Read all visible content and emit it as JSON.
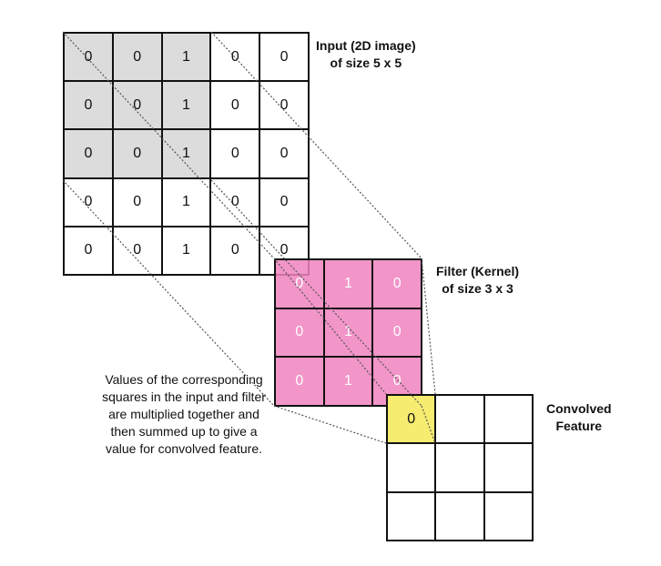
{
  "input": {
    "label_line1": "Input (2D image)",
    "label_line2": "of size 5 x 5",
    "values": [
      [
        "0",
        "0",
        "1",
        "0",
        "0"
      ],
      [
        "0",
        "0",
        "1",
        "0",
        "0"
      ],
      [
        "0",
        "0",
        "1",
        "0",
        "0"
      ],
      [
        "0",
        "0",
        "1",
        "0",
        "0"
      ],
      [
        "0",
        "0",
        "1",
        "0",
        "0"
      ]
    ]
  },
  "filter": {
    "label_line1": "Filter (Kernel)",
    "label_line2": "of size 3 x 3",
    "values": [
      [
        "0",
        "1",
        "0"
      ],
      [
        "0",
        "1",
        "0"
      ],
      [
        "0",
        "1",
        "0"
      ]
    ]
  },
  "output": {
    "label_line1": "Convolved",
    "label_line2": "Feature",
    "values": [
      [
        "0",
        "",
        ""
      ],
      [
        "",
        "",
        ""
      ],
      [
        "",
        "",
        ""
      ]
    ]
  },
  "description": "Values of the corresponding squares in the input and filter are multiplied together and then summed up to give a value for convolved feature.",
  "colors": {
    "filter": "#f082be",
    "highlight": "#f5ec70",
    "receptive_field": "#dcdcdc"
  }
}
